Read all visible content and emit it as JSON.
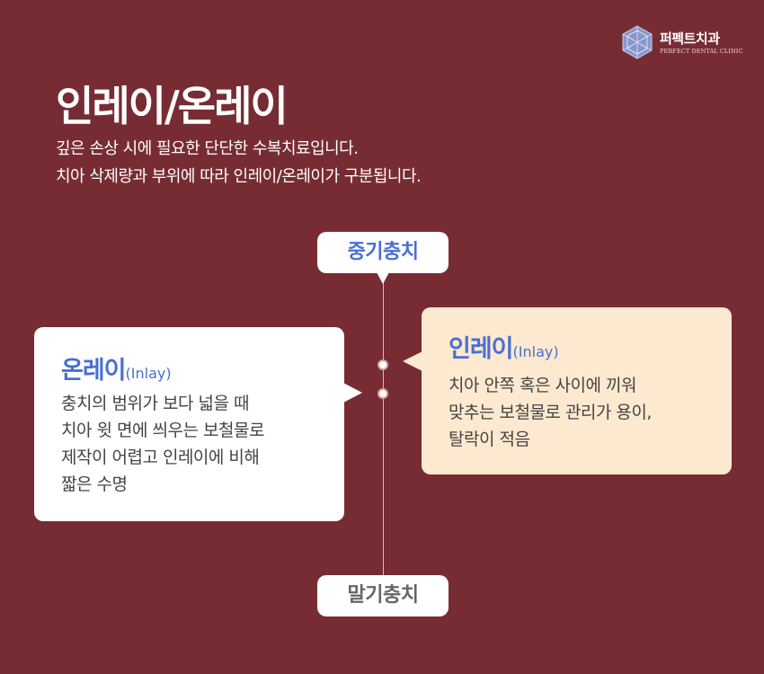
{
  "logo": {
    "name": "퍼펙트치과",
    "subtitle": "PERFECT DENTAL CLINIC",
    "icon": "gem-icon"
  },
  "title": "인레이/온레이",
  "subtitle": [
    "깊은 손상 시에 필요한 단단한 수복치료입니다.",
    "치아 삭제량과 부위에 따라 인레이/온레이가 구분됩니다."
  ],
  "timeline": {
    "top_label": "중기충치",
    "bottom_label": "말기충치"
  },
  "onlay": {
    "title": "온레이",
    "title_en": "(Inlay)",
    "lines": [
      "충치의 범위가 보다 넓을 때",
      "치아 윗 면에 씌우는 보철물로",
      "제작이 어렵고 인레이에 비해",
      "짧은 수명"
    ]
  },
  "inlay": {
    "title": "인레이",
    "title_en": "(Inlay)",
    "lines": [
      "치아 안쪽 혹은 사이에 끼워",
      "맞추는 보철물로 관리가 용이,",
      "탈락이 적음"
    ]
  },
  "colors": {
    "background": "#772c33",
    "accent_blue": "#4a6fd3",
    "card_cream": "#fde9cf",
    "dot_ring": "#d6a3a7"
  }
}
